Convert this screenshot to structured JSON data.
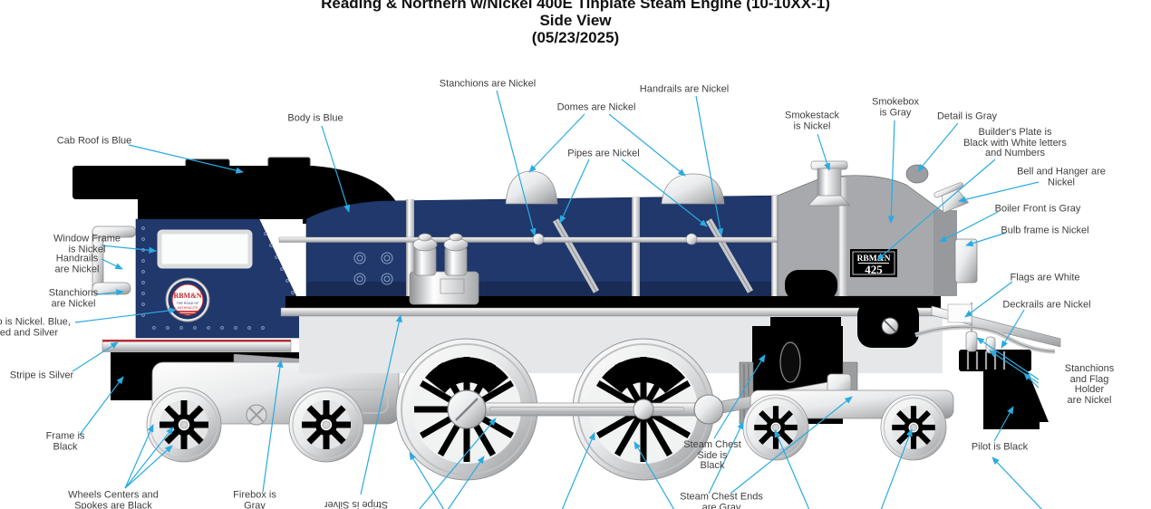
{
  "title": {
    "line1": "Reading & Northern w/Nickel 400E Tinplate Steam Engine (10-10XX-1)",
    "line2": "Side View",
    "line3": "(05/23/2025)"
  },
  "colors": {
    "accent_arrow": "#29ABE2",
    "body_blue": "#20386B",
    "smokebox_gray": "#A7A9AC",
    "nickel": "#D9DADB",
    "frame_black": "#000000",
    "stripe_red": "#C1272D",
    "label_text": "#3E3E3E"
  },
  "builders_plate": {
    "line1": "RBM&N",
    "line2": "425"
  },
  "logo": {
    "line1": "RBM&N",
    "line2": "THE ROAD OF",
    "line3": "ANTHRACITE"
  },
  "callouts": [
    {
      "id": "cab-roof",
      "text": "Cab Roof is Blue"
    },
    {
      "id": "window-frame",
      "text": "Window Frame\nis Nickel"
    },
    {
      "id": "handrails-left",
      "text": "Handrails\nare Nickel"
    },
    {
      "id": "stanchions-left",
      "text": "Stanchions\nare Nickel"
    },
    {
      "id": "logo",
      "text": "Logo is Nickel. Blue,\nRed and Silver"
    },
    {
      "id": "stripe-left",
      "text": "Stripe is Silver"
    },
    {
      "id": "frame",
      "text": "Frame is\nBlack"
    },
    {
      "id": "wheel-centers",
      "text": "Wheels Centers and\nSpokes are Black"
    },
    {
      "id": "firebox",
      "text": "Firebox is\nGray"
    },
    {
      "id": "stripe-rotated",
      "text": "Stripe is Silver"
    },
    {
      "id": "body",
      "text": "Body is Blue"
    },
    {
      "id": "stanchions-top",
      "text": "Stanchions are Nickel"
    },
    {
      "id": "domes",
      "text": "Domes are Nickel"
    },
    {
      "id": "pipes",
      "text": "Pipes are Nickel"
    },
    {
      "id": "handrails-top",
      "text": "Handrails are Nickel"
    },
    {
      "id": "smokestack",
      "text": "Smokestack\nis Nickel"
    },
    {
      "id": "smokebox",
      "text": "Smokebox\nis Gray"
    },
    {
      "id": "detail",
      "text": "Detail is Gray"
    },
    {
      "id": "builders-plate",
      "text": "Builder's Plate is\nBlack with White letters\nand Numbers"
    },
    {
      "id": "bell",
      "text": "Bell and Hanger are Nickel"
    },
    {
      "id": "boiler-front",
      "text": "Boiler Front is Gray"
    },
    {
      "id": "bulb-frame",
      "text": "Bulb frame is Nickel"
    },
    {
      "id": "flags",
      "text": "Flags are White"
    },
    {
      "id": "deckrails",
      "text": "Deckrails are Nickel"
    },
    {
      "id": "stanchions-flag",
      "text": "Stanchions and Flag Holder\nare Nickel"
    },
    {
      "id": "pilot",
      "text": "Pilot is Black"
    },
    {
      "id": "steam-chest-side",
      "text": "Steam Chest\nSide is\nBlack"
    },
    {
      "id": "steam-chest-ends",
      "text": "Steam Chest Ends\nare Gray"
    }
  ]
}
